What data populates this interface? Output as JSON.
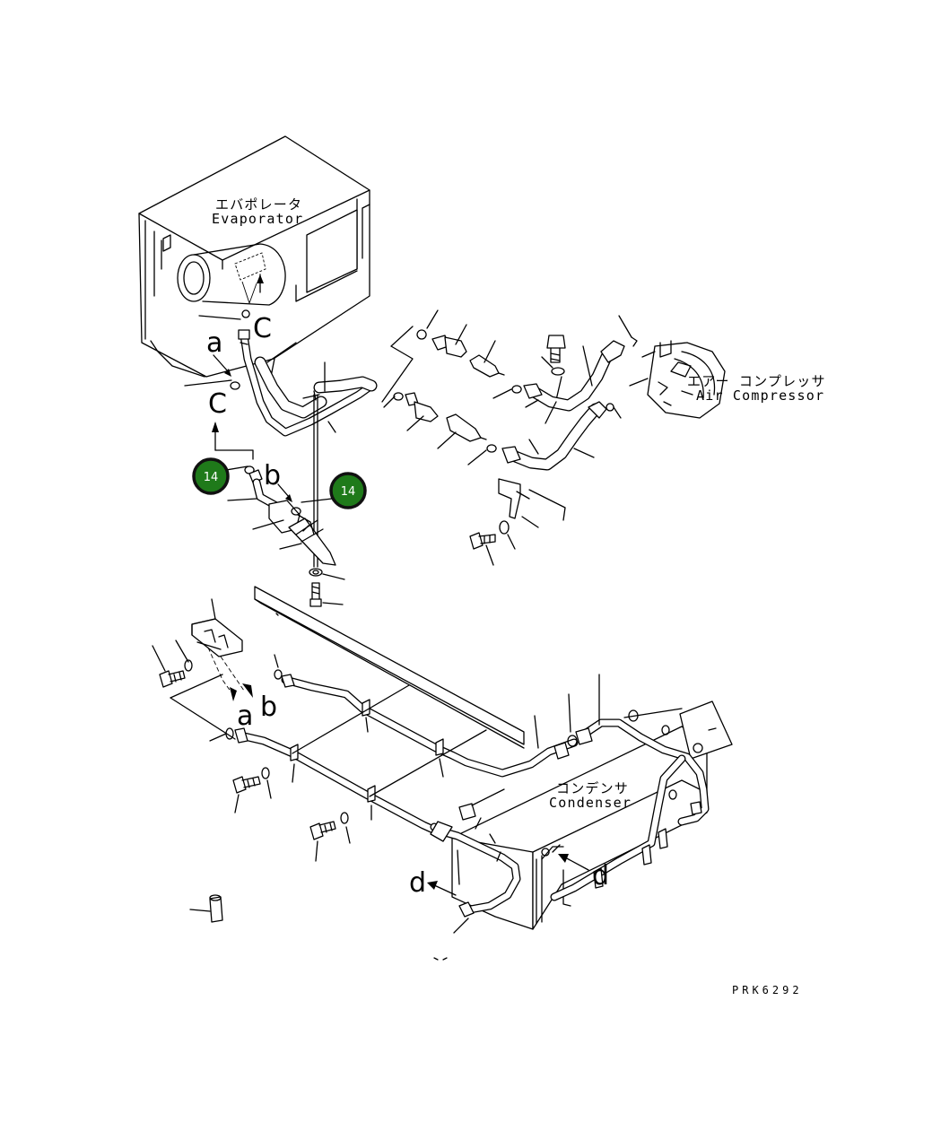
{
  "labels": {
    "evaporator_jp": "エバポレータ",
    "evaporator_en": "Evaporator",
    "compressor_jp": "エアー コンプレッサ",
    "compressor_en": "Air Compressor",
    "condenser_jp": "コンデンサ",
    "condenser_en": "Condenser"
  },
  "view_letters": {
    "a_top": "a",
    "c_top": "C",
    "c_left": "C",
    "b_mid": "b",
    "a_bottom": "a",
    "b_bottom": "b",
    "d_left": "d",
    "d_right": "d"
  },
  "callouts": [
    {
      "id": "callout-1",
      "number": "14"
    },
    {
      "id": "callout-2",
      "number": "14"
    }
  ],
  "drawing_code": "PRK6292",
  "colors": {
    "callout_fill": "#1f7a1a",
    "line": "#000000",
    "background": "#ffffff"
  }
}
